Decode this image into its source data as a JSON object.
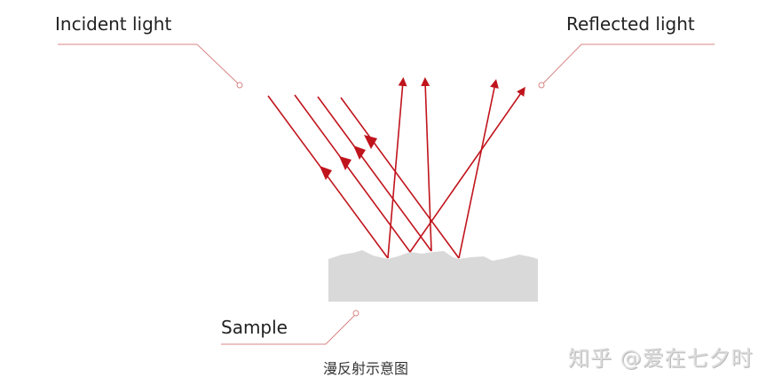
{
  "labels": {
    "incident": "Incident light",
    "reflected": "Reflected light",
    "sample": "Sample"
  },
  "caption": "漫反射示意图",
  "watermark": "知乎 @爱在七夕时",
  "colors": {
    "ray": "#c0141c",
    "callout": "#d98585",
    "sample": "#d9d9d9"
  }
}
